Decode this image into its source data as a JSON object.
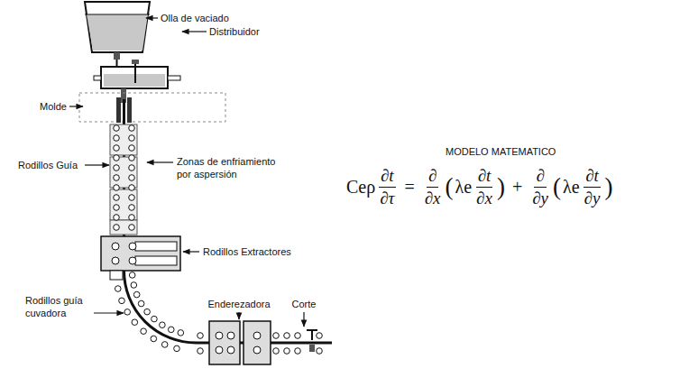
{
  "diagram": {
    "labels": [
      "Olla de vaciado",
      "Distribuidor",
      "Molde",
      "Rodillos Guía",
      "Zonas de enfriamiento por aspersión",
      "Rodillos Extractores",
      "Rodillos guía cuvadora",
      "Enderezadora",
      "Corte",
      "MODELO MATEMATICO",
      "Ceρ",
      "∂t",
      "∂τ",
      "=",
      "∂",
      "∂x",
      "(",
      "λe",
      "∂t",
      "∂x",
      ")",
      "+",
      "∂",
      "∂y",
      "(",
      "λe",
      "∂t",
      "∂y",
      ")"
    ]
  }
}
